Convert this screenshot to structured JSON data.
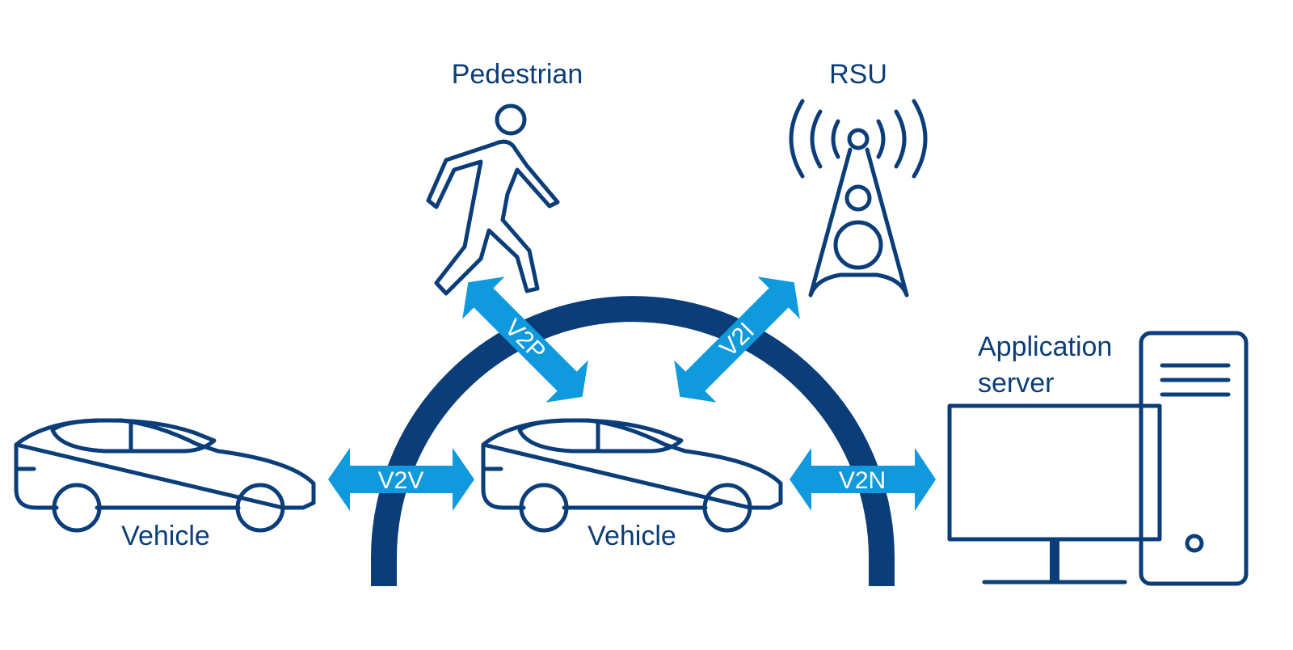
{
  "labels": {
    "pedestrian": "Pedestrian",
    "rsu": "RSU",
    "server_line1": "Application",
    "server_line2": "server",
    "vehicle_left": "Vehicle",
    "vehicle_center": "Vehicle"
  },
  "links": {
    "v2v": "V2V",
    "v2n": "V2N",
    "v2p": "V2P",
    "v2i": "V2I"
  },
  "colors": {
    "navy": "#0b3d78",
    "arrow": "#1199dd"
  },
  "icons": {
    "pedestrian": "walking-person-icon",
    "rsu": "radio-tower-icon",
    "vehicle": "car-icon",
    "server": "desktop-computer-icon"
  }
}
